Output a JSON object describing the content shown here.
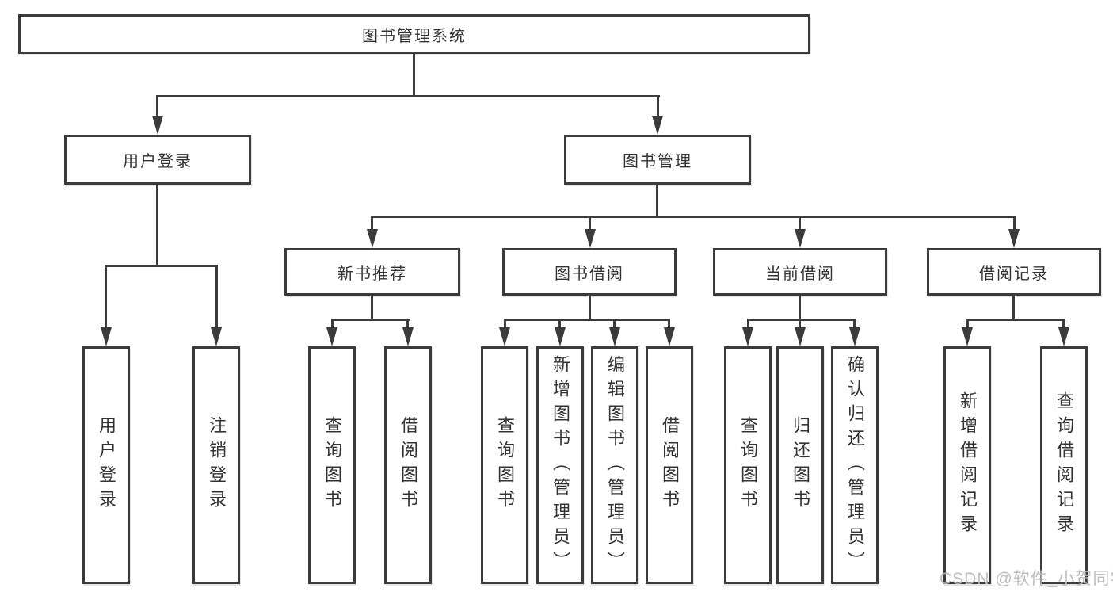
{
  "colors": {
    "line": "#3b3b3b",
    "text": "#333333",
    "watermark": "#b8b8b8",
    "background": "#ffffff"
  },
  "watermark": {
    "text": "CSDN @软件_小贺同学"
  },
  "nodes": {
    "root": {
      "label": "图书管理系统"
    },
    "level2": [
      {
        "label": "用户登录"
      },
      {
        "label": "图书管理"
      }
    ],
    "level3": [
      {
        "label": "新书推荐"
      },
      {
        "label": "图书借阅"
      },
      {
        "label": "当前借阅"
      },
      {
        "label": "借阅记录"
      }
    ],
    "leaves": [
      {
        "label": "用户登录"
      },
      {
        "label": "注销登录"
      },
      {
        "label": "查询图书"
      },
      {
        "label": "借阅图书"
      },
      {
        "label": "查询图书"
      },
      {
        "label": "新增图书（管理员）"
      },
      {
        "label": "编辑图书（管理员）"
      },
      {
        "label": "借阅图书"
      },
      {
        "label": "查询图书"
      },
      {
        "label": "归还图书"
      },
      {
        "label": "确认归还（管理员）"
      },
      {
        "label": "新增借阅记录"
      },
      {
        "label": "查询借阅记录"
      }
    ]
  }
}
